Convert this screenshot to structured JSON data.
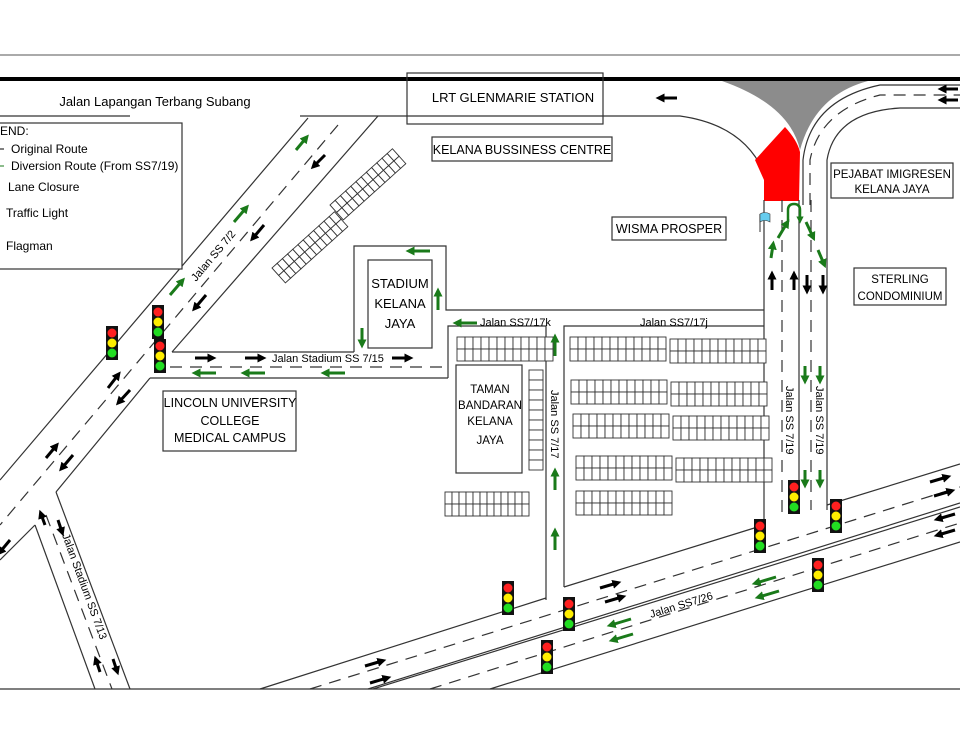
{
  "title": "Traffic Diversion Map - Kelana Jaya",
  "colors": {
    "original_route": "#000000",
    "diversion_route": "#1a7a1a",
    "lane_closure": "#ff0000",
    "median": "#8c8c8c",
    "flag": "#66ccee",
    "light_red": "#ff2020",
    "light_yellow": "#ffee00",
    "light_green": "#22dd22"
  },
  "legend": {
    "heading": "END:",
    "items": [
      {
        "label": "Original Route",
        "icon": "original-route-icon"
      },
      {
        "label": "Diversion Route (From SS7/19)",
        "icon": "diversion-route-icon"
      },
      {
        "label": "Lane Closure",
        "icon": "lane-closure-icon"
      },
      {
        "label": "Traffic Light",
        "icon": "traffic-light-icon"
      },
      {
        "label": "Flagman",
        "icon": "flagman-icon"
      }
    ]
  },
  "roads": {
    "lapangan_terbang": "Jalan Lapangan Terbang Subang",
    "ss7_2": "Jalan SS 7/2",
    "stadium_ss7_15": "Jalan Stadium SS 7/15",
    "ss7_17k": "Jalan SS7/17k",
    "ss7_17j": "Jalan SS7/17j",
    "ss7_17": "Jalan SS 7/17",
    "ss7_19_a": "Jalan SS 7/19",
    "ss7_19_b": "Jalan SS 7/19",
    "ss7_26": "Jalan SS7/26",
    "stadium_ss7_13": "Jalan Stadium SS 7/13"
  },
  "places": {
    "lrt": "LRT GLENMARIE STATION",
    "kbc": "KELANA BUSSINESS CENTRE",
    "wisma": "WISMA PROSPER",
    "imigresen": [
      "PEJABAT IMIGRESEN",
      "KELANA JAYA"
    ],
    "sterling": [
      "STERLING",
      "CONDOMINIUM"
    ],
    "stadium": [
      "STADIUM",
      "KELANA",
      "JAYA"
    ],
    "lincoln": [
      "LINCOLN UNIVERSITY",
      "COLLEGE",
      "MEDICAL CAMPUS"
    ],
    "taman": [
      "TAMAN",
      "BANDARAN",
      "KELANA",
      "JAYA"
    ]
  }
}
